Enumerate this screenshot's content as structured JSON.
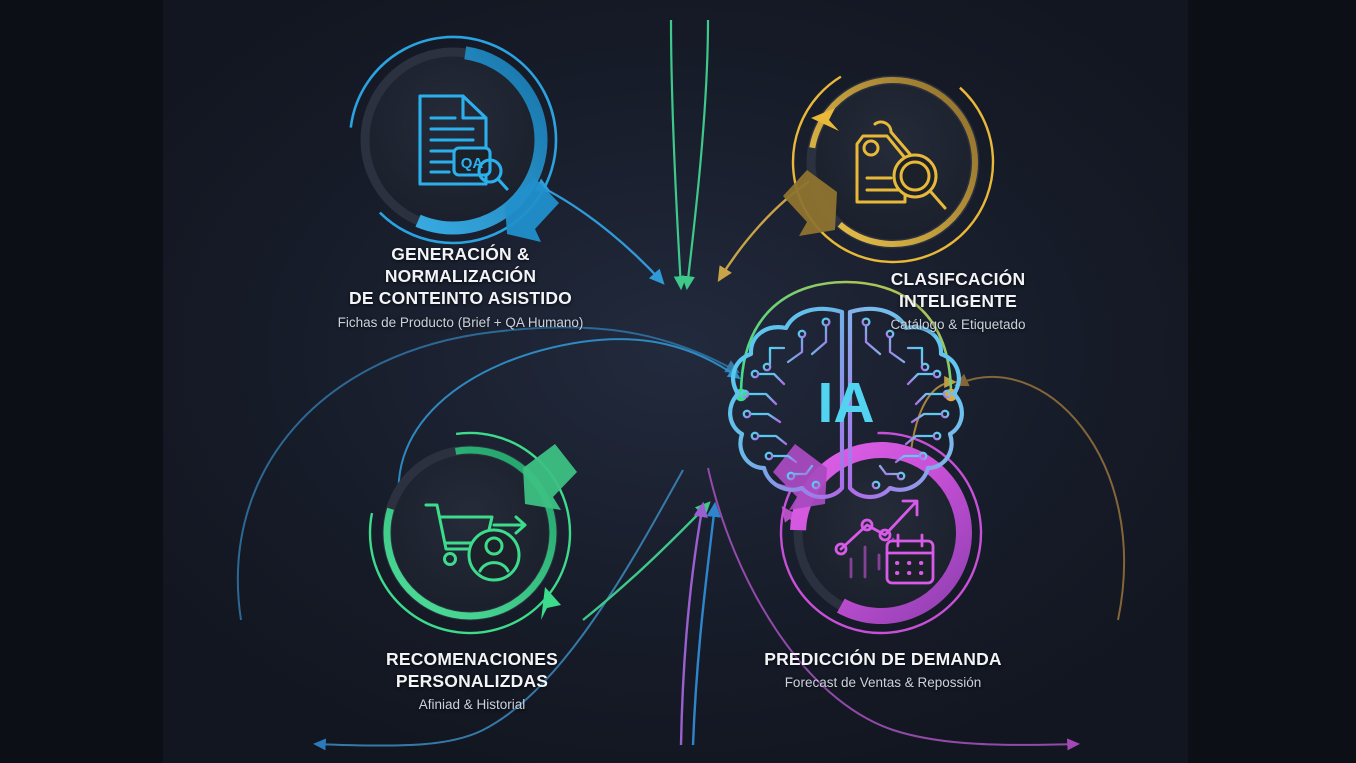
{
  "diagram": {
    "title": "IA",
    "center": {
      "label": "IA",
      "icon": "brain-circuit-icon",
      "color_start": "#4fc3f7",
      "color_end": "#b06ae8"
    },
    "background": {
      "canvas_color": "#1b2130",
      "letterbox_color": "#0c1016"
    },
    "nodes": [
      {
        "id": "generacion-normalizacion",
        "position": "top-left",
        "title": "GENERACIÓN &\nNORMALIZACIÓN\nDE CONTEINTO ASISTIDO",
        "subtitle": "Fichas de Producto (Brief + QA Humano)",
        "icon": "document-qa-magnifier-icon",
        "icon_badge": "QA",
        "color": "#29a8e0"
      },
      {
        "id": "clasificacion-inteligente",
        "position": "top-right",
        "title": "CLASIFCACIÓN\nINTELIGENTE",
        "subtitle": "Catálogo & Etiquetado",
        "icon": "tag-magnifier-icon",
        "color": "#e8b838"
      },
      {
        "id": "recomenaciones-personalizdas",
        "position": "bottom-left",
        "title": "RECOMENACIONES\nPERSONALIZDAS",
        "subtitle": "Afiniad & Historial",
        "icon": "cart-user-arrow-icon",
        "color": "#3ddc8c"
      },
      {
        "id": "prediccion-demanda",
        "position": "bottom-right",
        "title": "PREDICCIÓN DE DEMANDA",
        "subtitle": "Forecast de Ventas & Repossión",
        "icon": "trend-calendar-icon",
        "color": "#c850d8"
      }
    ],
    "connectors": [
      {
        "id": "tl-to-center",
        "color": "#29a8e0",
        "style": "double-arrow"
      },
      {
        "id": "tr-to-center",
        "color": "#c9a348",
        "style": "double-arrow"
      },
      {
        "id": "bl-to-center",
        "color": "#3ddc8c",
        "style": "single-arrow"
      },
      {
        "id": "br-to-center",
        "color": "#c850d8",
        "style": "single-arrow"
      },
      {
        "id": "outer-left-sweep",
        "color": "#2f8fc9",
        "style": "sweep"
      },
      {
        "id": "outer-right-sweep",
        "color": "#b08840",
        "style": "sweep"
      },
      {
        "id": "bottom-left-sweep",
        "color": "#3a84b8",
        "style": "sweep"
      },
      {
        "id": "bottom-right-sweep",
        "color": "#a050b8",
        "style": "sweep"
      }
    ]
  }
}
